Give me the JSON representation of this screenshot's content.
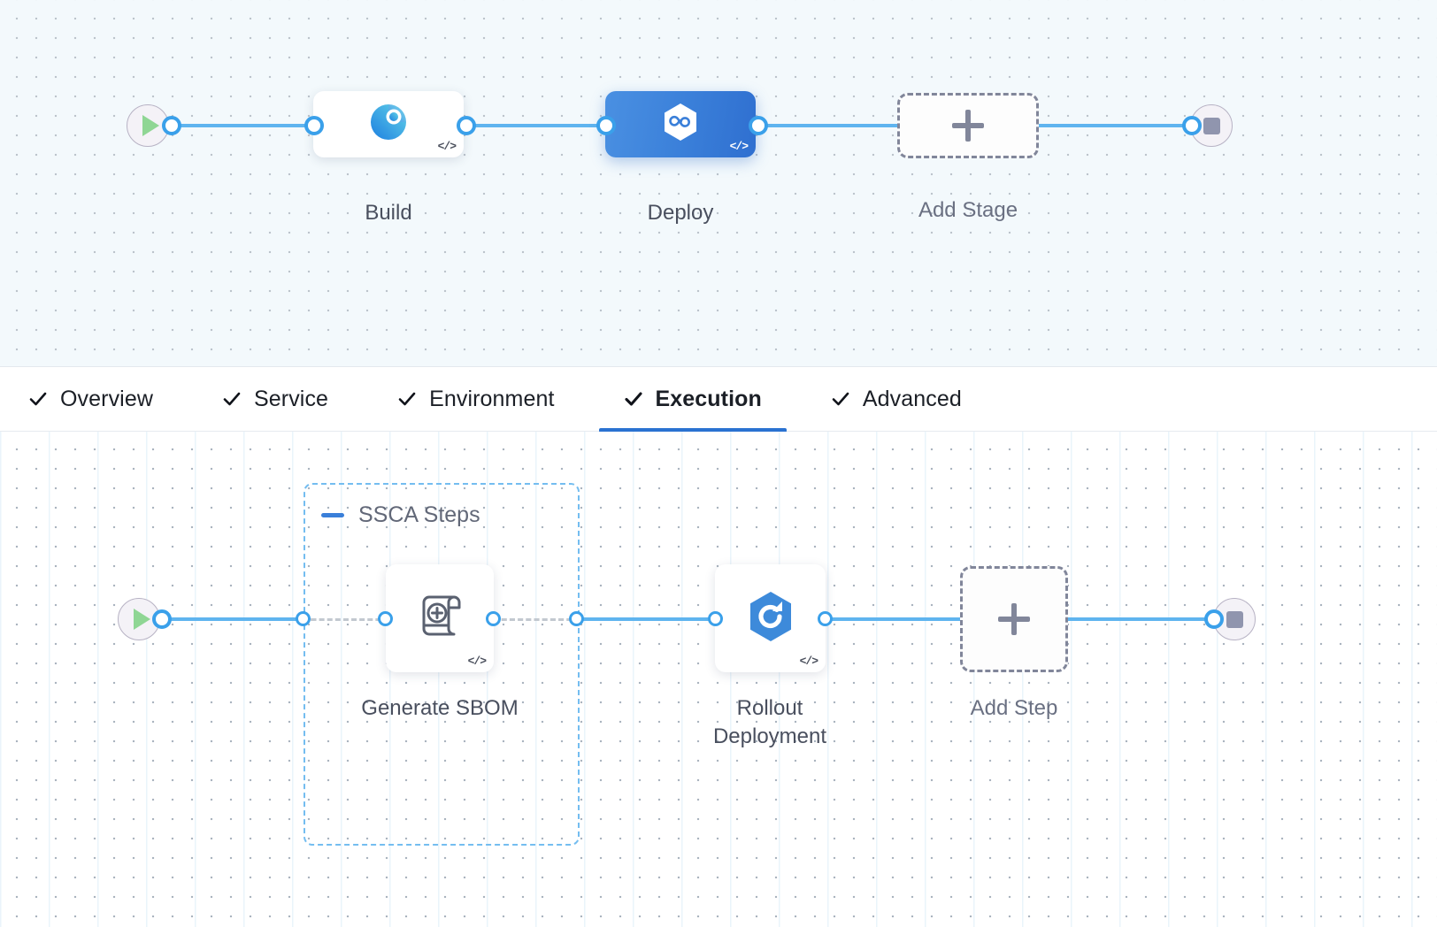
{
  "stages_canvas": {
    "name": "stage-pipeline-canvas",
    "start_node": {
      "icon": "play-icon"
    },
    "end_node": {
      "icon": "stop-icon"
    },
    "stages": [
      {
        "id": "build",
        "label": "Build",
        "icon": "build-donut-icon",
        "selected": false,
        "code_tag": "</>"
      },
      {
        "id": "deploy",
        "label": "Deploy",
        "icon": "deploy-hexagon-infinity-icon",
        "selected": true,
        "code_tag": "</>"
      }
    ],
    "add_stage": {
      "label": "Add Stage",
      "icon": "plus-icon"
    }
  },
  "tabs": {
    "items": [
      {
        "id": "overview",
        "label": "Overview",
        "checked": true,
        "active": false
      },
      {
        "id": "service",
        "label": "Service",
        "checked": true,
        "active": false
      },
      {
        "id": "environment",
        "label": "Environment",
        "checked": true,
        "active": false
      },
      {
        "id": "execution",
        "label": "Execution",
        "checked": true,
        "active": true
      },
      {
        "id": "advanced",
        "label": "Advanced",
        "checked": true,
        "active": false
      }
    ],
    "active_underline_color": "#2a72d1"
  },
  "steps_canvas": {
    "name": "step-execution-canvas",
    "start_node": {
      "icon": "play-icon"
    },
    "end_node": {
      "icon": "stop-icon"
    },
    "group": {
      "id": "ssca-steps",
      "title": "SSCA Steps",
      "collapse_icon": "minus-icon",
      "border_color": "#74bdf0"
    },
    "steps": [
      {
        "id": "generate-sbom",
        "label": "Generate SBOM",
        "icon": "sbom-scroll-plus-icon",
        "code_tag": "</>"
      },
      {
        "id": "rollout-deployment",
        "label": "Rollout\nDeployment",
        "icon": "rollout-hexagon-refresh-icon",
        "code_tag": "</>"
      }
    ],
    "add_step": {
      "label": "Add Step",
      "icon": "plus-icon"
    }
  },
  "colors": {
    "connector": "#5fb4ef",
    "port_ring": "#3aa0ea",
    "selected_stage": "#3a7fd9",
    "group_dashed": "#74bdf0",
    "add_node_dashed": "#81869a",
    "play_green": "#8fd694",
    "stop_gray": "#9095ae"
  }
}
